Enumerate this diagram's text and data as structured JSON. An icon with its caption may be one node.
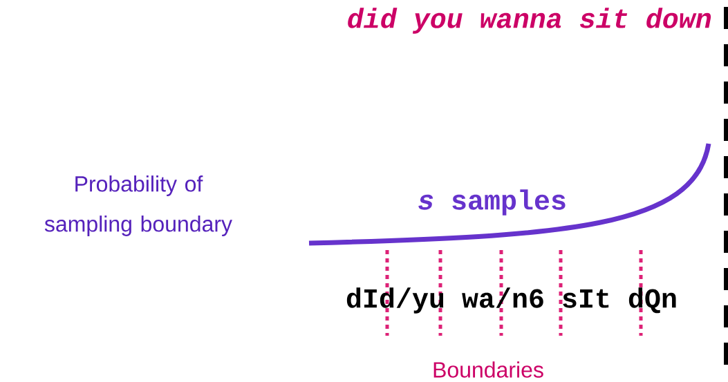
{
  "diagram": {
    "title": "did you wanna sit down",
    "labels": [
      "Probability of sampling boundary",
      "*s* samples",
      "dId/yu wa/n6 sIt dQn",
      "Boundaries"
    ]
  }
}
